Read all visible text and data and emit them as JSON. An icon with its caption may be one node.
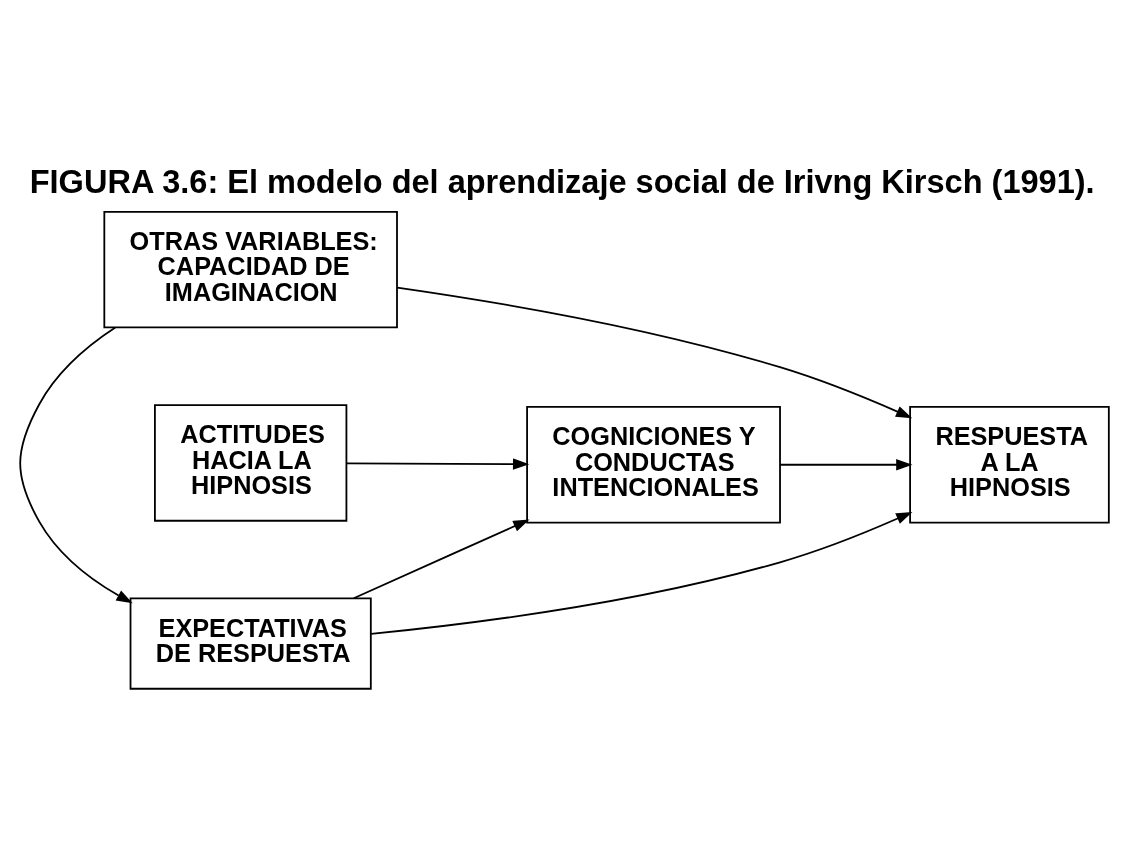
{
  "diagram": {
    "title": "FIGURA 3.6: El modelo del aprendizaje social de Irivng Kirsch (1991).",
    "nodes": [
      {
        "text": [
          "ACTITUDES HACIA LA HIPNOSIS"
        ]
      },
      {
        "text": [
          "COGNICIONES Y CONDUCTAS INTENCIONALES"
        ]
      },
      {
        "text": [
          "EXPECTATIVAS DE RESPUESTA"
        ]
      },
      {
        "text": [
          "RESPUESTA A LA HIPNOSIS"
        ]
      },
      {
        "text": [
          "OTRAS VARIABLES: CAPACIDAD DE IMAGINACION"
        ]
      }
    ],
    "edges": [
      {
        "from": 0,
        "to": 1,
        "arrow": "to"
      },
      {
        "from": 2,
        "to": 1,
        "arrow": "to"
      },
      {
        "from": 1,
        "to": 3,
        "arrow": "to"
      },
      {
        "from": 2,
        "to": 3,
        "arrow": "to"
      },
      {
        "from": 4,
        "to": 2,
        "arrow": "to"
      },
      {
        "from": 4,
        "to": 3,
        "arrow": "to"
      }
    ]
  }
}
